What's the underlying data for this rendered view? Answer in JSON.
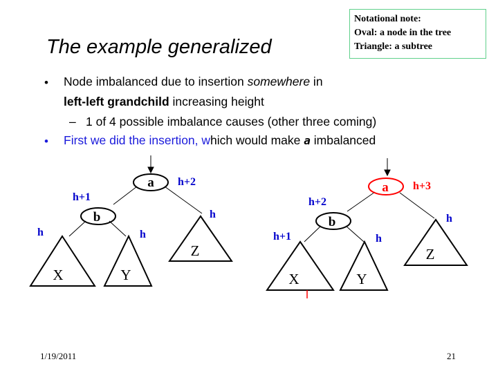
{
  "note": {
    "line1": "Notational note:",
    "line2": "Oval: a node in the tree",
    "line3": "Triangle: a subtree"
  },
  "title": "The example generalized",
  "bullets": {
    "b1_part1": "Node imbalanced due to insertion ",
    "b1_italic": "somewhere",
    "b1_part2": " in",
    "b1_bold": "left-left grandchild",
    "b1_part3": " increasing height",
    "sub_dash": "–",
    "sub": "1 of 4 possible imbalance causes (other three coming)",
    "b2_blue": "First we did the insertion, w",
    "b2_rest": "hich would make ",
    "b2_var": "a",
    "b2_end": " imbalanced",
    "marker": "•"
  },
  "left_tree": {
    "node_a": "a",
    "node_b": "b",
    "sub_x": "X",
    "sub_y": "Y",
    "sub_z": "Z",
    "h_a": "h+2",
    "h_b": "h+1",
    "h_x": "h",
    "h_y": "h",
    "h_z": "h"
  },
  "right_tree": {
    "node_a": "a",
    "node_b": "b",
    "sub_x": "X",
    "sub_y": "Y",
    "sub_z": "Z",
    "h_a": "h+3",
    "h_b": "h+2",
    "h_x": "h+1",
    "h_y": "h",
    "h_z": "h"
  },
  "colors": {
    "label_blue": "#0000cc",
    "highlight_red": "#ff0000",
    "text_blue": "#1a1adb"
  },
  "footer": {
    "date": "1/19/2011",
    "page": "21"
  }
}
